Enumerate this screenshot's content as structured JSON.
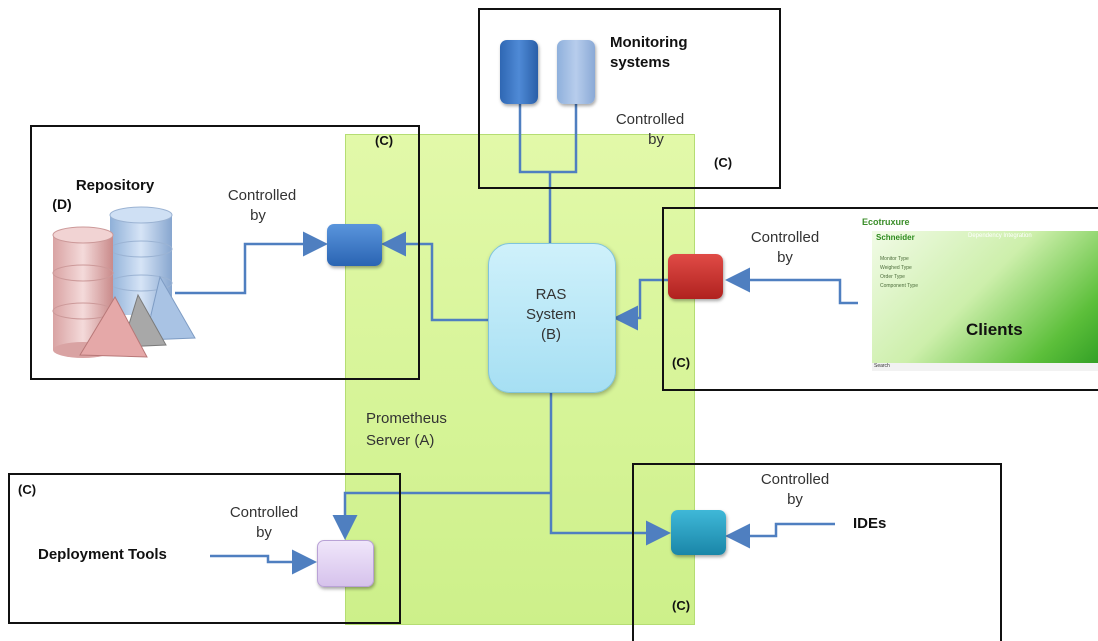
{
  "server": {
    "label_line1": "Prometheus",
    "label_line2": "Server (A)",
    "c_tag": "(C)"
  },
  "ras": {
    "line1": "RAS",
    "line2": "System",
    "line3": "(B)"
  },
  "monitoring": {
    "title_line1": "Monitoring",
    "title_line2": "systems",
    "controlled_line1": "Controlled",
    "controlled_line2": "by",
    "c_tag": "(C)"
  },
  "repository": {
    "title": "Repository",
    "tag": "(D)",
    "controlled_line1": "Controlled",
    "controlled_line2": "by"
  },
  "clients": {
    "title": "Clients",
    "controlled_line1": "Controlled",
    "controlled_line2": "by",
    "c_tag": "(C)",
    "thumb": {
      "logo": "Eco",
      "logo2": "truxure",
      "brand": "Schneider",
      "header": "Dependency Integration",
      "items": [
        "Monitor Type",
        "Weighed Type",
        "Order Type",
        "Component Type"
      ],
      "footer_btn": "Search"
    }
  },
  "deployment": {
    "title": "Deployment Tools",
    "controlled_line1": "Controlled",
    "controlled_line2": "by",
    "c_tag": "(C)"
  },
  "ides": {
    "title": "IDEs",
    "controlled_line1": "Controlled",
    "controlled_line2": "by",
    "c_tag": "(C)"
  },
  "colors": {
    "server_fill": "#d8f59a",
    "ras_fill": "#bdeaf8",
    "line": "#4f7fc0",
    "repo_node": "#2c6fbe",
    "client_node": "#c9302c",
    "deploy_node": "#e3d2f3",
    "ide_node": "#1f9fc0"
  }
}
